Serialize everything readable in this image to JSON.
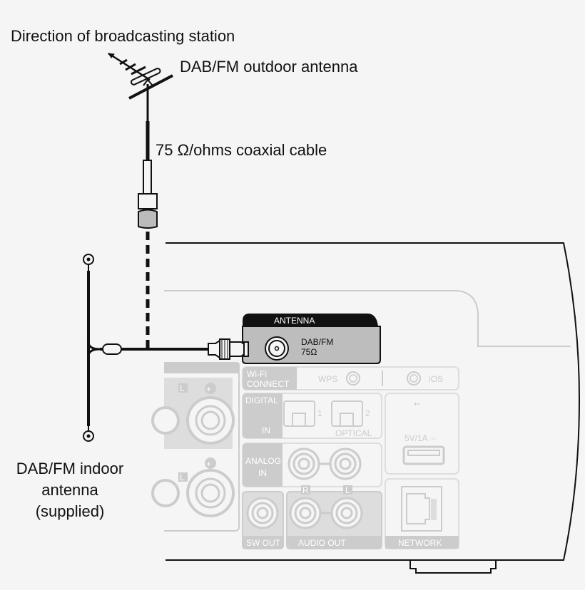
{
  "labels": {
    "direction": "Direction of broadcasting station",
    "outdoor_antenna": "DAB/FM outdoor antenna",
    "coax_cable": "75 Ω/ohms coaxial cable",
    "indoor_antenna_line1": "DAB/FM indoor",
    "indoor_antenna_line2": "antenna",
    "indoor_antenna_line3": "(supplied)"
  },
  "panel": {
    "antenna_header": "ANTENNA",
    "antenna_jack_line1": "DAB/FM",
    "antenna_jack_line2": "75Ω",
    "wifi_line1": "Wi-Fi",
    "wifi_line2": "CONNECT",
    "wps": "WPS",
    "ios": "iOS",
    "digital": "DIGITAL",
    "digital_in": "IN",
    "optical_1": "1",
    "optical_2": "2",
    "optical": "OPTICAL",
    "analog": "ANALOG",
    "analog_in": "IN",
    "usb_rating": "5V/1A ⎓",
    "channel_r": "R",
    "channel_l": "L",
    "sw_out": "SW OUT",
    "audio_out": "AUDIO OUT",
    "network": "NETWORK",
    "speaker_l": "L",
    "speaker_plus": "+"
  },
  "colors": {
    "background": "#f5f5f5",
    "panel_gray": "#bdbdbd",
    "line": "#111111"
  }
}
